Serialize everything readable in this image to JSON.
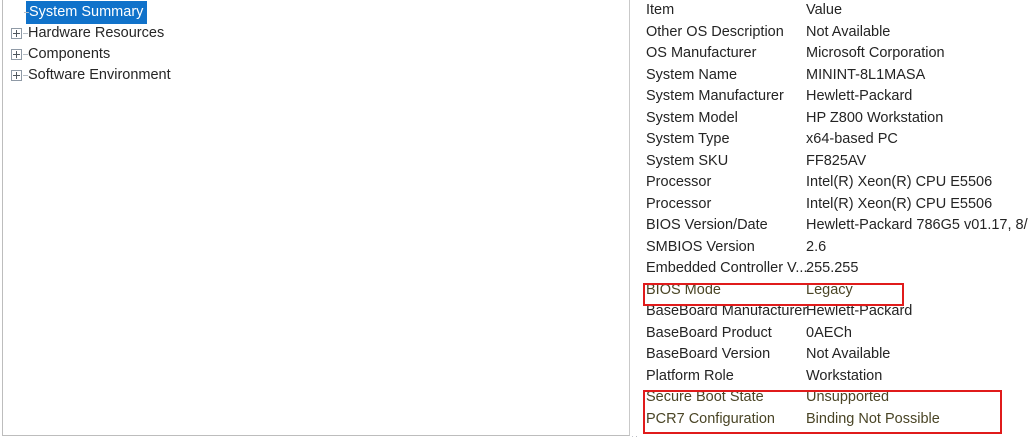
{
  "tree": {
    "items": [
      {
        "label": "System Summary",
        "selected": true,
        "expandable": false
      },
      {
        "label": "Hardware Resources",
        "selected": false,
        "expandable": true
      },
      {
        "label": "Components",
        "selected": false,
        "expandable": true
      },
      {
        "label": "Software Environment",
        "selected": false,
        "expandable": true
      }
    ]
  },
  "detail": {
    "columns": {
      "item": "Item",
      "value": "Value"
    },
    "rows": [
      {
        "item": "Other OS Description",
        "value": "Not Available",
        "highlight": false
      },
      {
        "item": "OS Manufacturer",
        "value": "Microsoft Corporation",
        "highlight": false
      },
      {
        "item": "System Name",
        "value": "MININT-8L1MASA",
        "highlight": false
      },
      {
        "item": "System Manufacturer",
        "value": "Hewlett-Packard",
        "highlight": false
      },
      {
        "item": "System Model",
        "value": "HP Z800 Workstation",
        "highlight": false
      },
      {
        "item": "System Type",
        "value": "x64-based PC",
        "highlight": false
      },
      {
        "item": "System SKU",
        "value": "FF825AV",
        "highlight": false
      },
      {
        "item": "Processor",
        "value": "Intel(R) Xeon(R) CPU          E5506",
        "highlight": false
      },
      {
        "item": "Processor",
        "value": "Intel(R) Xeon(R) CPU          E5506",
        "highlight": false
      },
      {
        "item": "BIOS Version/Date",
        "value": "Hewlett-Packard 786G5 v01.17, 8/",
        "highlight": false
      },
      {
        "item": "SMBIOS Version",
        "value": "2.6",
        "highlight": false
      },
      {
        "item": "Embedded Controller V...",
        "value": "255.255",
        "highlight": false
      },
      {
        "item": "BIOS Mode",
        "value": "Legacy",
        "highlight": true
      },
      {
        "item": "BaseBoard Manufacturer",
        "value": "Hewlett-Packard",
        "highlight": false
      },
      {
        "item": "BaseBoard Product",
        "value": "0AECh",
        "highlight": false
      },
      {
        "item": "BaseBoard Version",
        "value": "Not Available",
        "highlight": false
      },
      {
        "item": "Platform Role",
        "value": "Workstation",
        "highlight": false
      },
      {
        "item": "Secure Boot State",
        "value": "Unsupported",
        "highlight": true
      },
      {
        "item": "PCR7 Configuration",
        "value": "Binding Not Possible",
        "highlight": true
      }
    ]
  },
  "annotations": [
    {
      "name": "bios-mode-highlight",
      "color": "#e01b1b",
      "targets": "BIOS Mode"
    },
    {
      "name": "secure-boot-highlight",
      "color": "#e01b1b",
      "targets": "Secure Boot State, PCR7 Configuration"
    }
  ],
  "colors": {
    "selection": "#1072ca",
    "annotation": "#e01b1b",
    "text": "#242424",
    "highlight_text": "#4a4526"
  }
}
